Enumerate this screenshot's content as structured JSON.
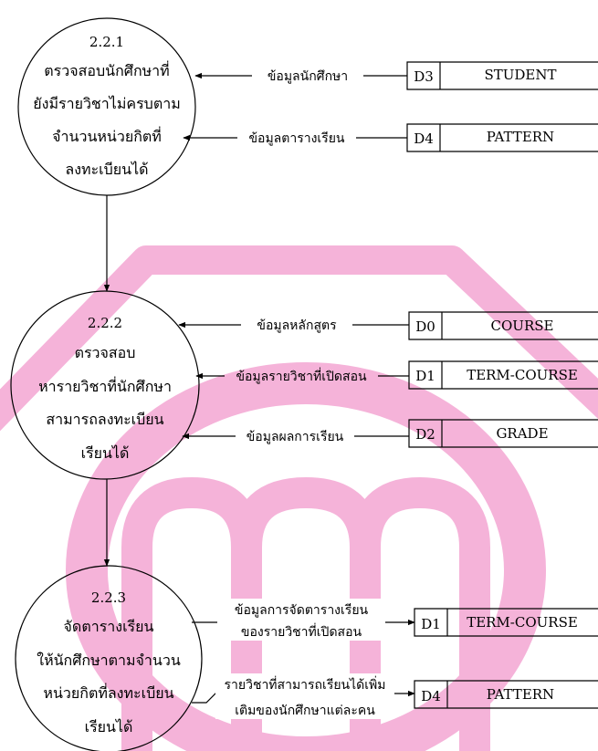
{
  "watermark_color": "#f5b3d9",
  "ink_color": "#000000",
  "processes": [
    {
      "id": "2.2.1",
      "lines": [
        "ตรวจสอบนักศึกษาที่",
        "ยังมีรายวิชาไม่ครบตาม",
        "จำนวนหน่วยกิตที่",
        "ลงทะเบียนได้"
      ]
    },
    {
      "id": "2.2.2",
      "lines": [
        "ตรวจสอบ",
        "หารายวิชาที่นักศึกษา",
        "สามารถลงทะเบียน",
        "เรียนได้"
      ]
    },
    {
      "id": "2.2.3",
      "lines": [
        "จัดตารางเรียน",
        "ให้นักศึกษาตามจำนวน",
        "หน่วยกิตที่ลงทะเบียน",
        "เรียนได้"
      ]
    }
  ],
  "stores": [
    {
      "code": "D3",
      "name": "STUDENT"
    },
    {
      "code": "D4",
      "name": "PATTERN"
    },
    {
      "code": "D0",
      "name": "COURSE"
    },
    {
      "code": "D1",
      "name": "TERM-COURSE"
    },
    {
      "code": "D2",
      "name": "GRADE"
    },
    {
      "code": "D1",
      "name": "TERM-COURSE"
    },
    {
      "code": "D4",
      "name": "PATTERN"
    }
  ],
  "flows": [
    {
      "lines": [
        "ข้อมูลนักศึกษา"
      ]
    },
    {
      "lines": [
        "ข้อมูลตารางเรียน"
      ]
    },
    {
      "lines": [
        "ข้อมูลหลักสูตร"
      ]
    },
    {
      "lines": [
        "ข้อมูลรายวิชาที่เปิดสอน"
      ]
    },
    {
      "lines": [
        "ข้อมูลผลการเรียน"
      ]
    },
    {
      "lines": [
        "ข้อมูลการจัดตารางเรียน",
        "ของรายวิชาที่เปิดสอน"
      ]
    },
    {
      "lines": [
        "รายวิชาที่สามารถเรียนได้เพิ่ม",
        "เติมของนักศึกษาแต่ละคน"
      ]
    }
  ]
}
